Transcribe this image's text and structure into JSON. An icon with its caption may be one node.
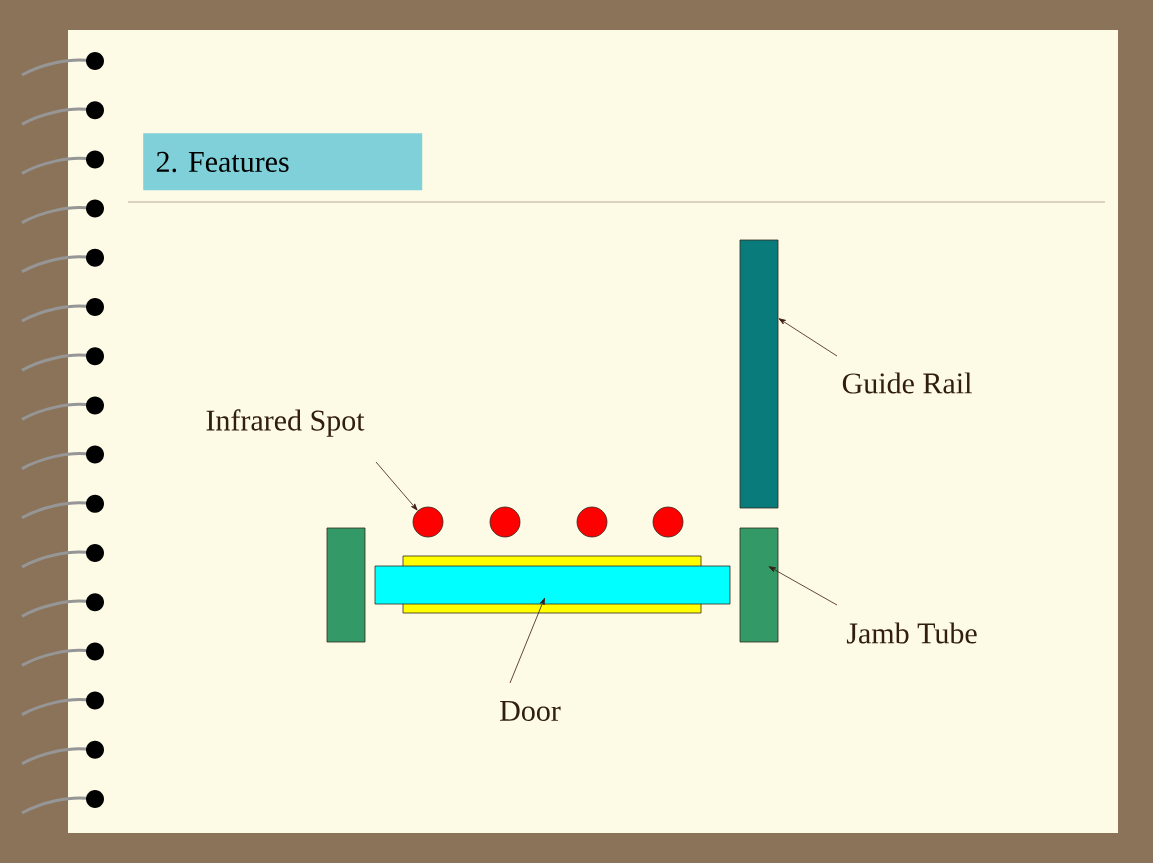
{
  "diagram": {
    "title": "2. Features",
    "nodes": [
      {
        "text": [],
        "shape": "bar"
      },
      {
        "text": [
          "Guide  Rail"
        ]
      },
      {
        "text": [
          "Infrared Spot"
        ]
      },
      {
        "text": [],
        "shape": "circle"
      },
      {
        "text": [],
        "shape": "circle"
      },
      {
        "text": [],
        "shape": "circle"
      },
      {
        "text": [],
        "shape": "circle"
      },
      {
        "text": [],
        "shape": "bar"
      },
      {
        "text": [],
        "shape": "bar"
      },
      {
        "text": [],
        "shape": "box"
      },
      {
        "text": [],
        "shape": "box"
      },
      {
        "text": [
          "Jamb Tube"
        ]
      },
      {
        "text": [
          "Door"
        ]
      }
    ],
    "edges": [
      {
        "from": 1,
        "to": 0,
        "arrow": "to"
      },
      {
        "from": 2,
        "to": 3,
        "arrow": "to"
      },
      {
        "from": 11,
        "to": 8,
        "arrow": "to"
      },
      {
        "from": 12,
        "to": 10,
        "arrow": "to"
      }
    ]
  }
}
